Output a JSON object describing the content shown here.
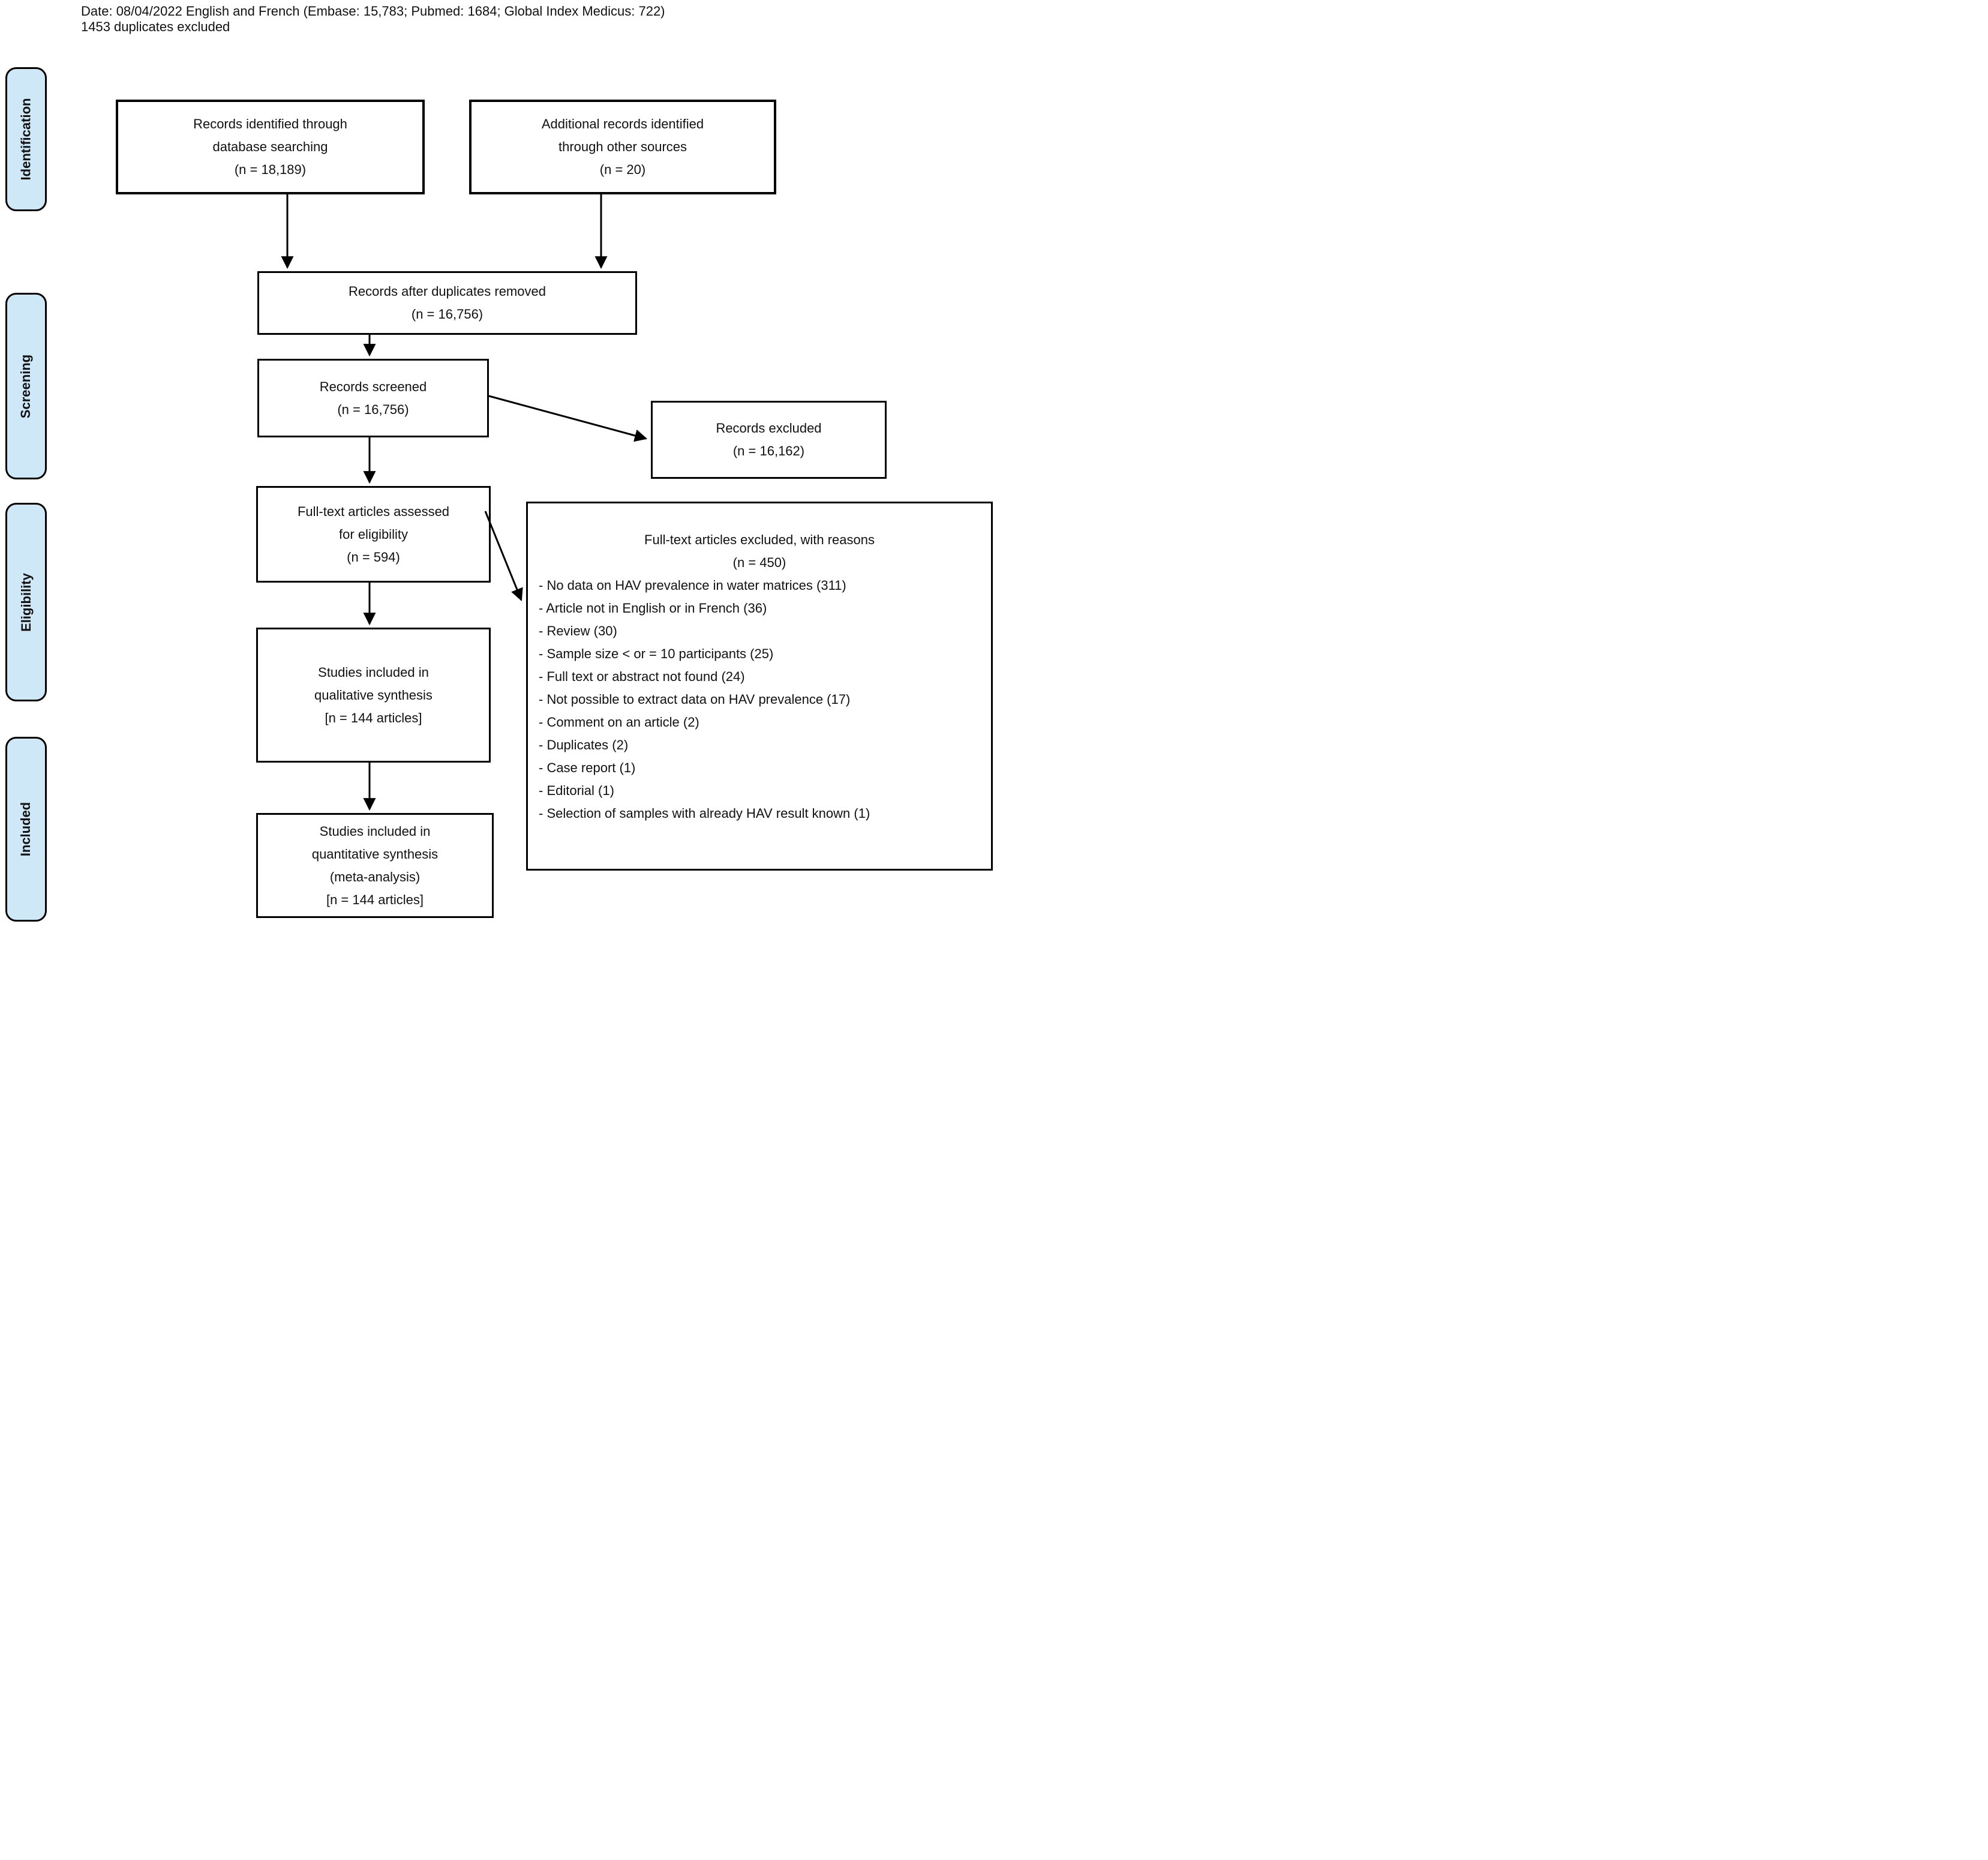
{
  "title_block": {
    "line1": "Date: 08/04/2022 English and French (Embase: 15,783; Pubmed: 1684; Global Index Medicus: 722)",
    "line2": "1453 duplicates excluded"
  },
  "sidebar": {
    "items": [
      {
        "label": "Identification"
      },
      {
        "label": "Screening"
      },
      {
        "label": "Eligibility"
      },
      {
        "label": "Included"
      }
    ]
  },
  "nodes": {
    "identified": "Records identified through\ndatabase searching\n(n = 18,189)",
    "additional": "Additional records identified\nthrough other sources\n(n = 20)",
    "deduplicated": "Records after duplicates removed\n(n = 16,756)",
    "screened": "Records screened\n(n = 16,756)",
    "records_excluded": "Records excluded\n(n = 16,162)",
    "fulltext_assessed": "Full-text articles assessed\nfor eligibility\n(n = 594)",
    "qualitative": "Studies included in\nqualitative synthesis\n[n = 144 articles]",
    "quantitative": "Studies included in\nquantitative synthesis\n(meta-analysis)\n[n = 144 articles]",
    "excluded_reasons": {
      "title": "Full-text articles excluded, with reasons\n(n = 450)",
      "items": [
        "- No data on HAV prevalence in water matrices (311)",
        "- Article not in English or in French (36)",
        "- Review (30)",
        "- Sample size < or = 10 participants (25)",
        "- Full text or abstract not found (24)",
        "- Not possible to extract data on HAV prevalence (17)",
        "- Comment on an article (2)",
        "- Duplicates (2)",
        "- Case report (1)",
        "- Editorial (1)",
        "- Selection of samples with already HAV result known (1)"
      ]
    }
  },
  "colors": {
    "stage_fill": "#cfe8f8",
    "line_color": "#000000",
    "background": "#ffffff",
    "text": "#111111"
  }
}
